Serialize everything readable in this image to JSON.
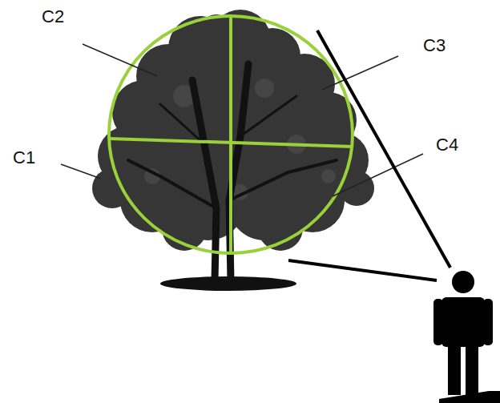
{
  "diagram": {
    "labels": [
      "C2",
      "C3",
      "C1",
      "C4"
    ]
  }
}
